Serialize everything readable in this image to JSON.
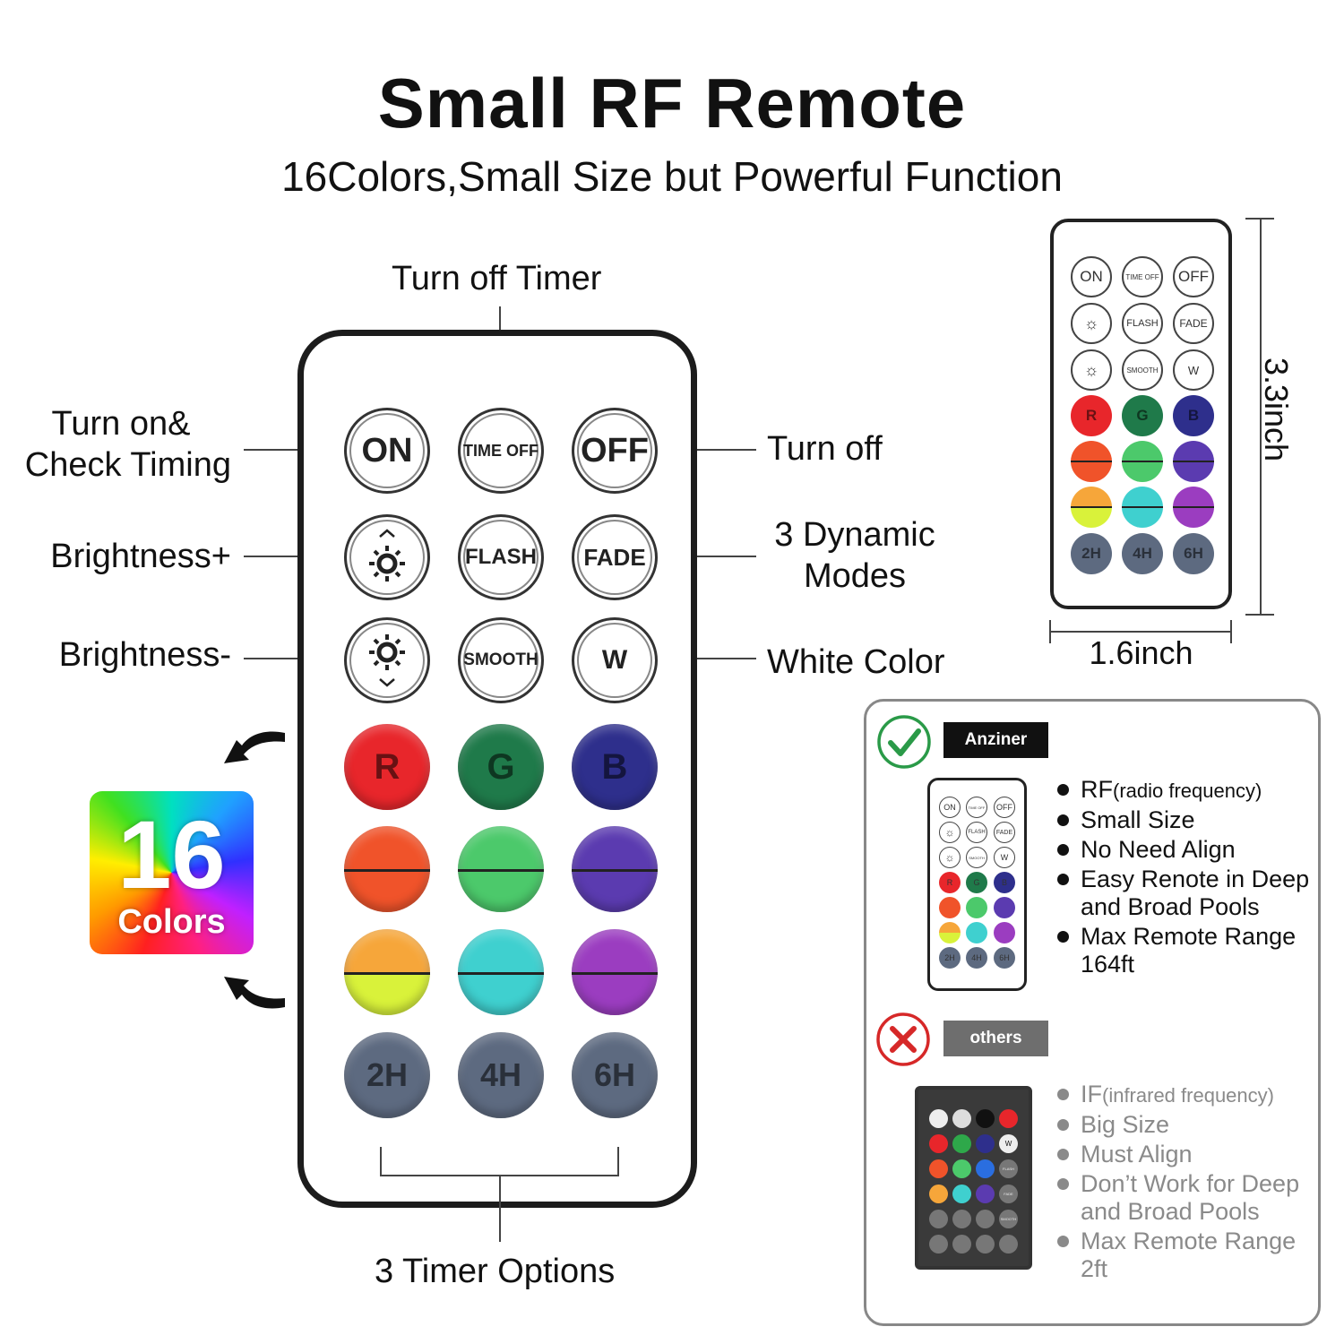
{
  "header": {
    "title": "Small RF Remote",
    "subtitle": "16Colors,Small Size but Powerful Function"
  },
  "callouts": {
    "turn_off_timer": "Turn off Timer",
    "turn_on_line1": "Turn on&",
    "turn_on_line2": "Check Timing",
    "turn_off": "Turn off",
    "brightness_plus": "Brightness+",
    "dynamic_line1": "3 Dynamic",
    "dynamic_line2": "Modes",
    "brightness_minus": "Brightness-",
    "white_color": "White Color",
    "timer_options": "3 Timer Options"
  },
  "remote": {
    "row1": [
      "ON",
      "TIME OFF",
      "OFF"
    ],
    "row2": [
      "sun-up-icon",
      "FLASH",
      "FADE"
    ],
    "row3": [
      "sun-down-icon",
      "SMOOTH",
      "W"
    ],
    "rgb": [
      "R",
      "G",
      "B"
    ],
    "timers": [
      "2H",
      "4H",
      "6H"
    ],
    "colors": {
      "red": "#e8262b",
      "green": "#1f7a4a",
      "blue": "#2e2f8c",
      "orange_red": "#f0532a",
      "light_green": "#4cc96b",
      "indigo": "#5b3bb0",
      "amber_top": "#f6a63a",
      "yellow_bottom": "#d9f23a",
      "cyan": "#3fd0cf",
      "purple": "#9b3dc0",
      "timer": "#5d6a80"
    }
  },
  "badge": {
    "number": "16",
    "text": "Colors"
  },
  "dimensions": {
    "height": "3.3inch",
    "width": "1.6inch"
  },
  "comparison": {
    "good": {
      "tag": "Anziner",
      "rf": "RF",
      "rf_note": "(radio frequency)",
      "items": [
        "Small Size",
        "No Need Align",
        "Easy Renote in Deep and Broad Pools",
        "Max Remote Range 164ft"
      ]
    },
    "bad": {
      "tag": "others",
      "if": "IF",
      "if_note": "(infrared frequency)",
      "items": [
        "Big Size",
        "Must Align",
        "Don’t Work for Deep and Broad Pools",
        "Max Remote Range 2ft"
      ]
    },
    "mini_labels": [
      "ON",
      "TIME OFF",
      "OFF",
      "FLASH",
      "FADE",
      "SMOOTH",
      "W",
      "R",
      "G",
      "B",
      "2H",
      "4H",
      "6H"
    ],
    "ir_labels": [
      "W",
      "FLASH",
      "FADE",
      "SMOOTH"
    ]
  }
}
